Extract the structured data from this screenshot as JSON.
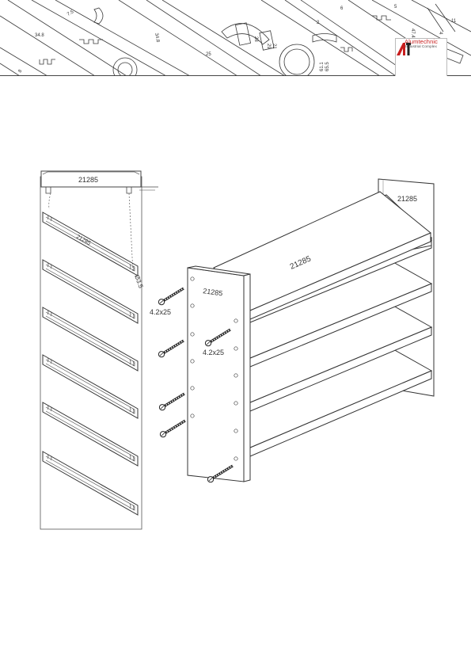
{
  "header": {
    "logo": {
      "name": "Alumtechnic",
      "subtitle": "Industrial Complex",
      "brand_color": "#c81e1e"
    },
    "background_dimensions": [
      "34.8",
      "34.8",
      "28",
      "29",
      "21",
      "47.4",
      "65.5",
      "61.1",
      "8",
      "4",
      "7.5",
      "2",
      "5",
      "6",
      "25",
      "11"
    ]
  },
  "drawing": {
    "profile_code_top": "21285",
    "profile_code_slat": "21285",
    "profile_code_side": "21285",
    "profile_code_back": "21285",
    "profile_code_front_slat": "21285",
    "screw_spec_left": "4.2x25",
    "screw_spec_right": "4.2x25",
    "hole_diameter": "Ø3.5"
  }
}
